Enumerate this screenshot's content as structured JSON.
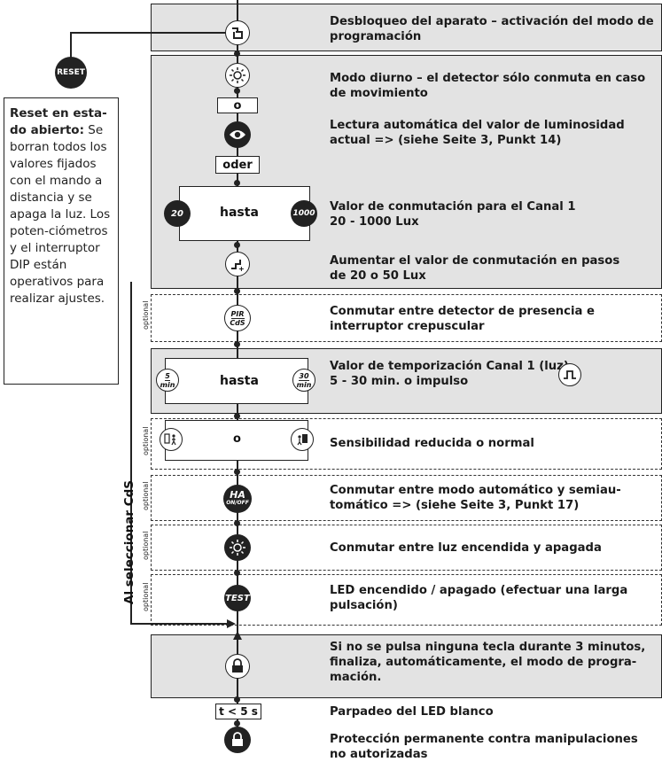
{
  "reset": {
    "button_label": "RESET",
    "note_bold": "Reset en esta-do abierto:",
    "note_text": " Se borran todos los valores fijados con el mando a distancia y se apaga la luz. Los poten-ciómetros y el interruptor DIP están operativos para realizar ajustes."
  },
  "side_label": "Al seleccionar CdS",
  "optional_label": "optional",
  "steps": {
    "unlock": "Desbloqueo del aparato – activación del modo de programación",
    "day_mode": "Modo diurno – el detector sólo conmuta en caso de movimiento",
    "o_label": "o",
    "auto_read": "Lectura automática del valor de luminosidad actual => (siehe Seite 3, Punkt 14)",
    "oder_label": "oder",
    "lux_min": "20",
    "lux_hasta": "hasta",
    "lux_max": "1000",
    "lux_text_1": "Valor de conmutación para el Canal 1",
    "lux_text_2": "20 - 1000 Lux",
    "step_text": "Aumentar el valor de conmutación en pasos de 20 o 50 Lux",
    "pir_top": "PIR",
    "pir_bottom": "CdS",
    "pir_text": "Conmutar entre detector de presencia e interruptor crepuscular",
    "time_min_num": "5",
    "time_min_unit": "min",
    "time_hasta": "hasta",
    "time_max_num": "30",
    "time_max_unit": "min",
    "time_text_1": "Valor de temporización Canal 1 (luz)",
    "time_text_2": "5 - 30 min. o impulso",
    "sens_o": "o",
    "sens_text": "Sensibilidad reducida o normal",
    "ha_top": "HA",
    "ha_bottom": "ON/OFF",
    "ha_text": "Conmutar entre modo automático y semiau-tomático => (siehe Seite 3, Punkt 17)",
    "light_text": "Conmutar entre luz encendida y apagada",
    "test_label": "TEST",
    "test_text": "LED encendido / apagado (efectuar una larga pulsación)",
    "lock_text": "Si no se pulsa ninguna tecla durante 3 minutos, finaliza, automáticamente, el modo de progra-mación.",
    "t_label": "t < 5 s",
    "blink_text": "Parpadeo del LED blanco",
    "perm_text": "Protección permanente contra manipulaciones no autorizadas"
  }
}
